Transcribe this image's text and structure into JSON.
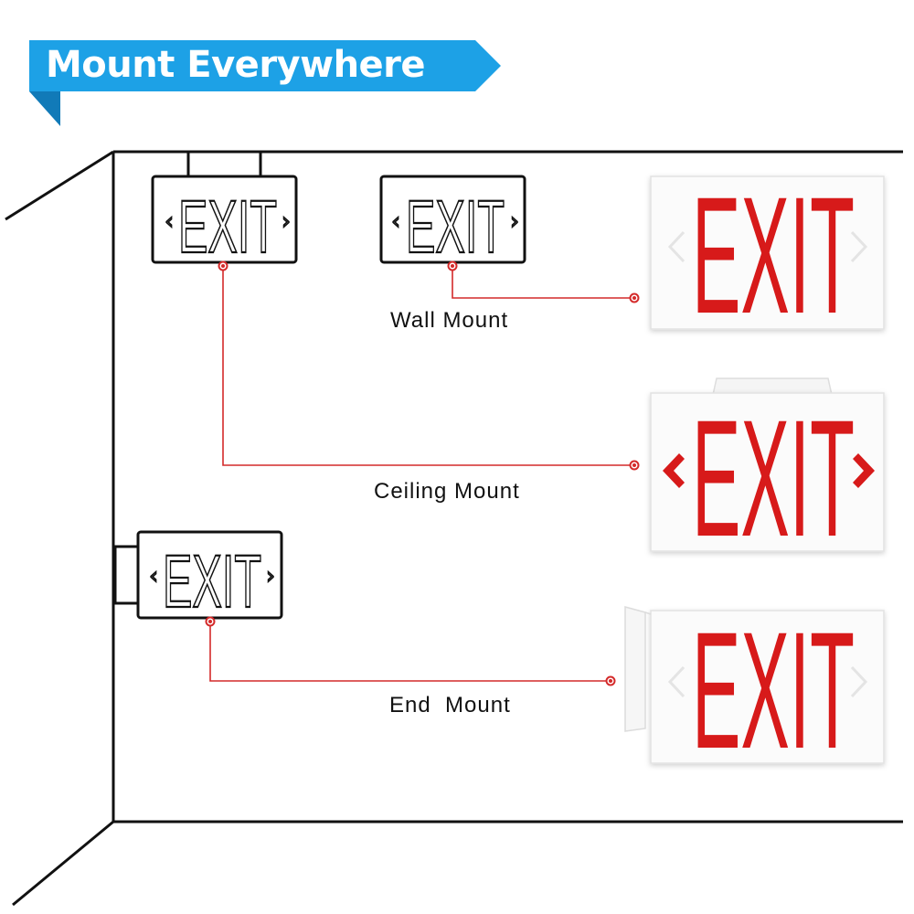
{
  "banner": {
    "title": "Mount Everywhere",
    "color": "#1da1e6",
    "fold_color": "#117ab8"
  },
  "sign_text": "EXIT",
  "colors": {
    "line": "#111111",
    "leader": "#d42a2a",
    "sign_red": "#d71a1a",
    "sign_face": "#fbfbfb"
  },
  "mounts": [
    {
      "id": "wall",
      "label": "Wall Mount"
    },
    {
      "id": "ceiling",
      "label": "Ceiling Mount"
    },
    {
      "id": "end",
      "label": "End  Mount"
    }
  ]
}
